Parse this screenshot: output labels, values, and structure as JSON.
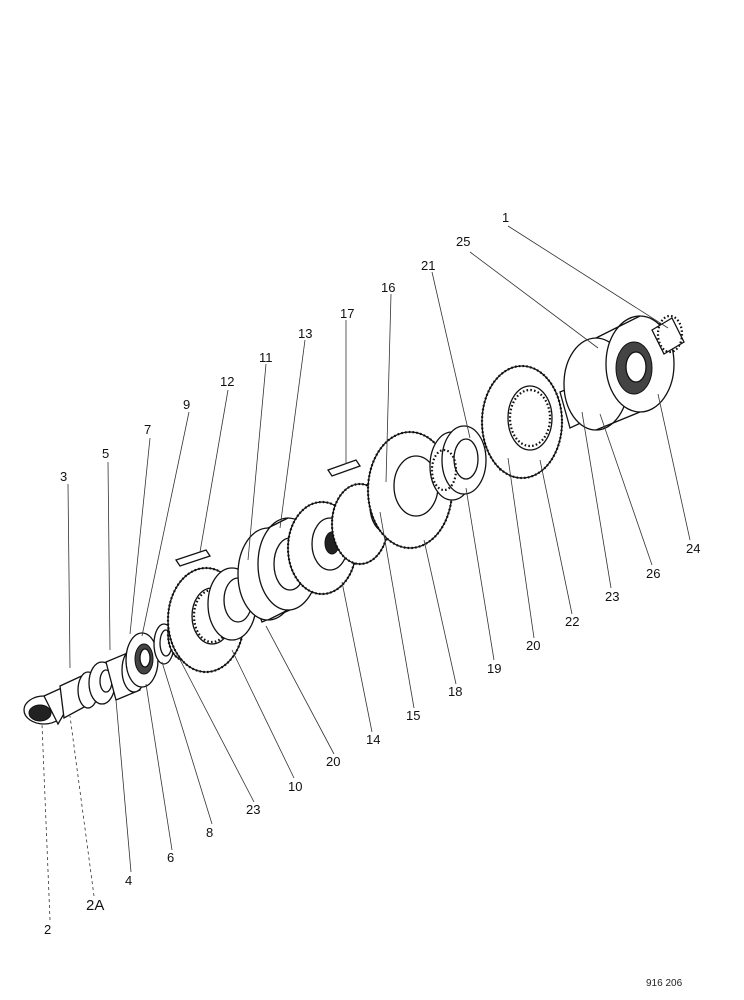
{
  "diagram": {
    "drawing_code": "916 206",
    "callouts": [
      {
        "id": "1"
      },
      {
        "id": "25"
      },
      {
        "id": "21"
      },
      {
        "id": "16"
      },
      {
        "id": "17"
      },
      {
        "id": "13"
      },
      {
        "id": "11"
      },
      {
        "id": "12"
      },
      {
        "id": "9"
      },
      {
        "id": "7"
      },
      {
        "id": "5"
      },
      {
        "id": "3"
      },
      {
        "id": "24"
      },
      {
        "id": "26"
      },
      {
        "id": "23"
      },
      {
        "id": "22"
      },
      {
        "id": "20"
      },
      {
        "id": "19"
      },
      {
        "id": "18"
      },
      {
        "id": "15"
      },
      {
        "id": "14"
      },
      {
        "id": "20"
      },
      {
        "id": "10"
      },
      {
        "id": "23"
      },
      {
        "id": "8"
      },
      {
        "id": "6"
      },
      {
        "id": "4"
      },
      {
        "id": "2A"
      },
      {
        "id": "2"
      }
    ]
  }
}
